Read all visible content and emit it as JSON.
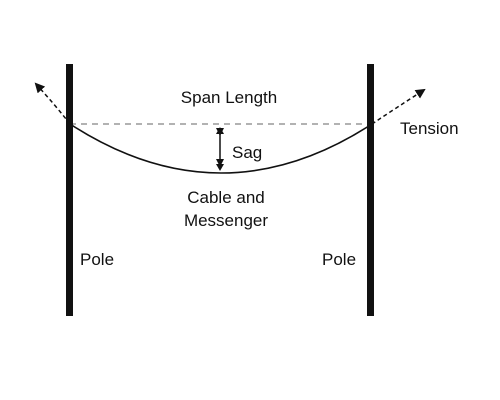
{
  "labels": {
    "span_length": "Span Length",
    "tension": "Tension",
    "sag": "Sag",
    "cable_line1": "Cable and",
    "cable_line2": "Messenger",
    "pole_left": "Pole",
    "pole_right": "Pole"
  },
  "colors": {
    "ink": "#111111",
    "dashed_line": "#999999",
    "background": "#ffffff"
  }
}
